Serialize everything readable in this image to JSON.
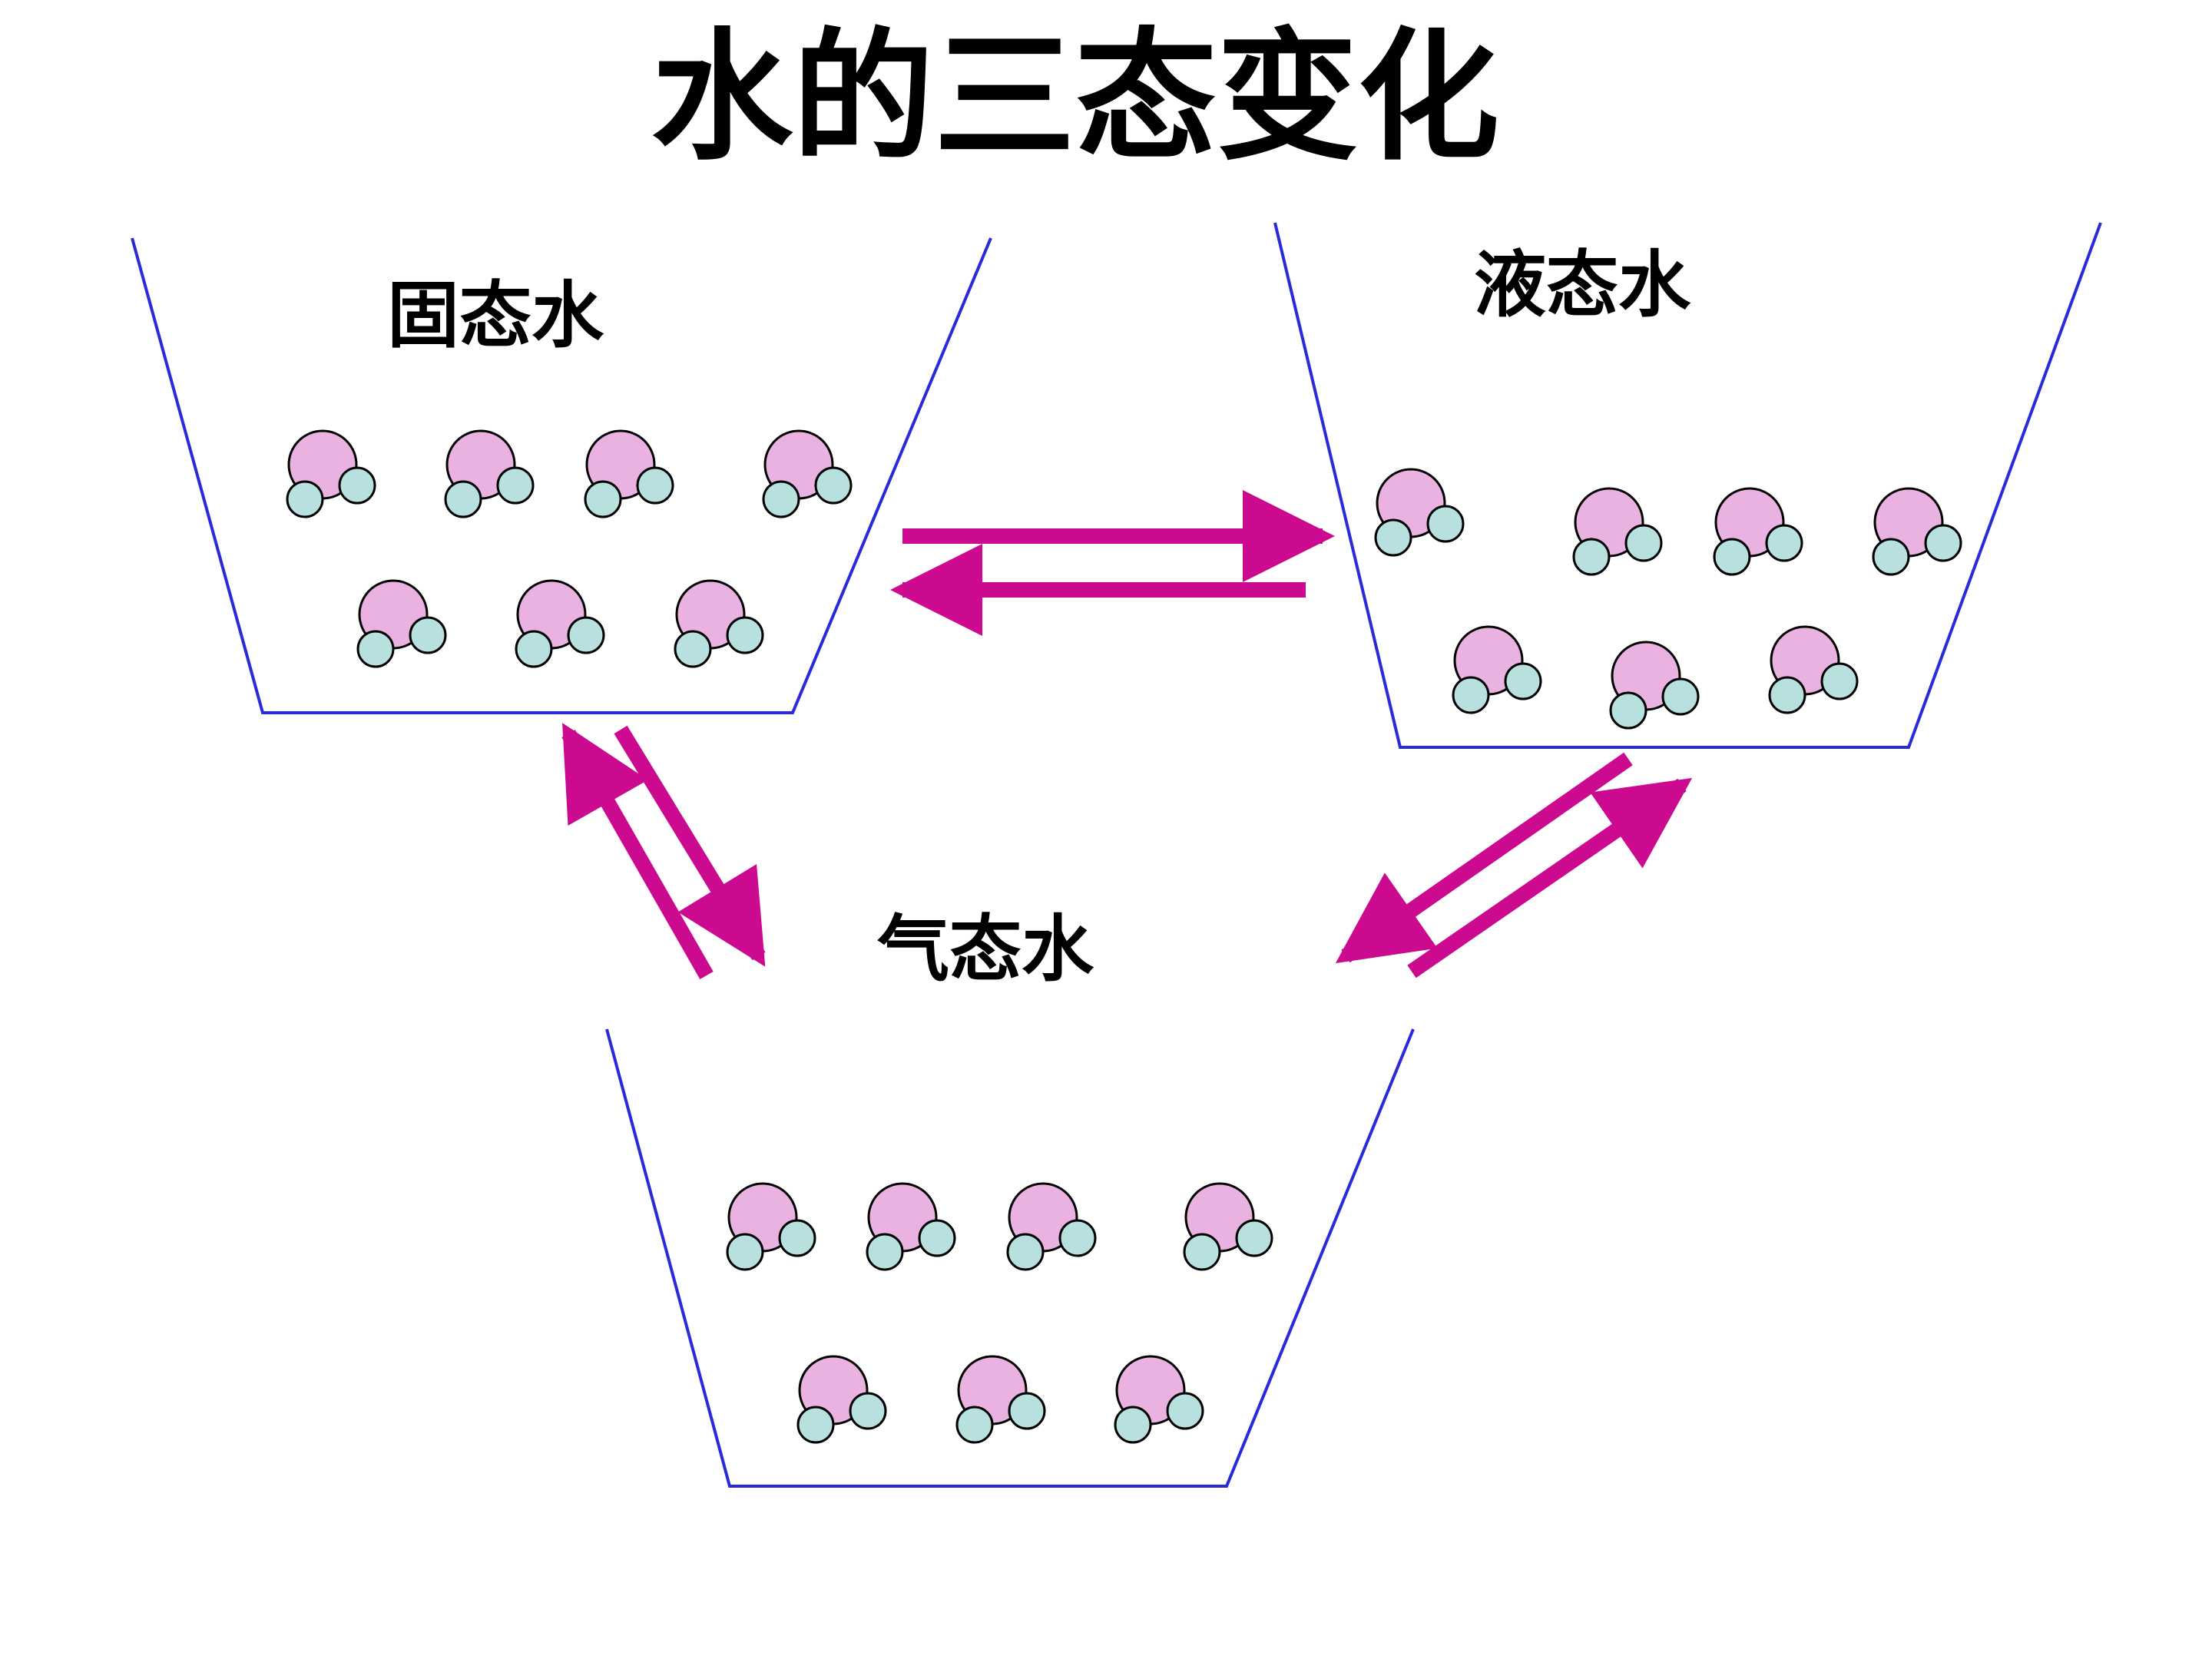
{
  "title": "水的三态变化",
  "colors": {
    "container": "#2a2ad8",
    "arrow": "#cc0a8f",
    "oxygen": "#e9b2e0",
    "hydrogen": "#b8e0de",
    "text": "#000000"
  },
  "states": {
    "solid": {
      "label": "固态水",
      "molecule_count": 7
    },
    "liquid": {
      "label": "液态水",
      "molecule_count": 7
    },
    "gas": {
      "label": "气态水",
      "molecule_count": 7
    }
  },
  "transitions": [
    {
      "from": "solid",
      "to": "liquid"
    },
    {
      "from": "liquid",
      "to": "solid"
    },
    {
      "from": "solid",
      "to": "gas"
    },
    {
      "from": "gas",
      "to": "solid"
    },
    {
      "from": "liquid",
      "to": "gas"
    },
    {
      "from": "gas",
      "to": "liquid"
    }
  ]
}
